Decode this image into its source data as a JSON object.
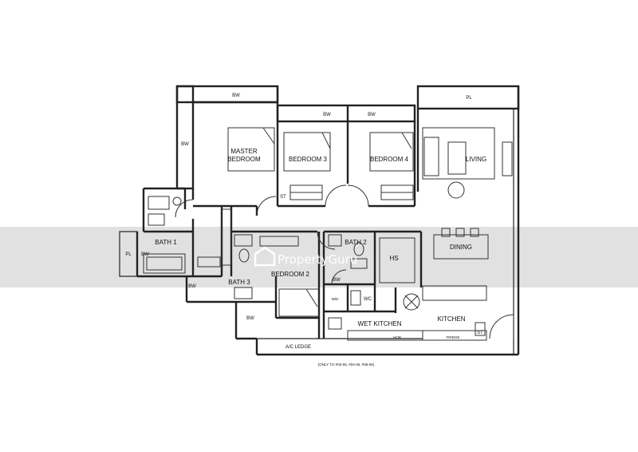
{
  "rooms": {
    "master_bedroom_line1": "MASTER",
    "master_bedroom_line2": "BEDROOM",
    "bedroom_3": "BEDROOM 3",
    "bedroom_4": "BEDROOM 4",
    "living": "LIVING",
    "dining": "DINING",
    "bath_1": "BATH 1",
    "bath_2": "BATH 2",
    "bath_3": "BATH 3",
    "bedroom_2": "BEDROOM 2",
    "hs": "HS",
    "wet_kitchen": "WET KITCHEN",
    "kitchen": "KITCHEN",
    "ac_ledge": "A/C LEDGE"
  },
  "marks": {
    "bw": "BW",
    "pl": "PL",
    "st": "ST",
    "wc": "WC",
    "wd": "W/D",
    "hob": "HOB",
    "fridge": "FRIDGE"
  },
  "note": "(ONLY TO #03-06, #04-06, #05-06)",
  "watermark": "PropertyGuru"
}
